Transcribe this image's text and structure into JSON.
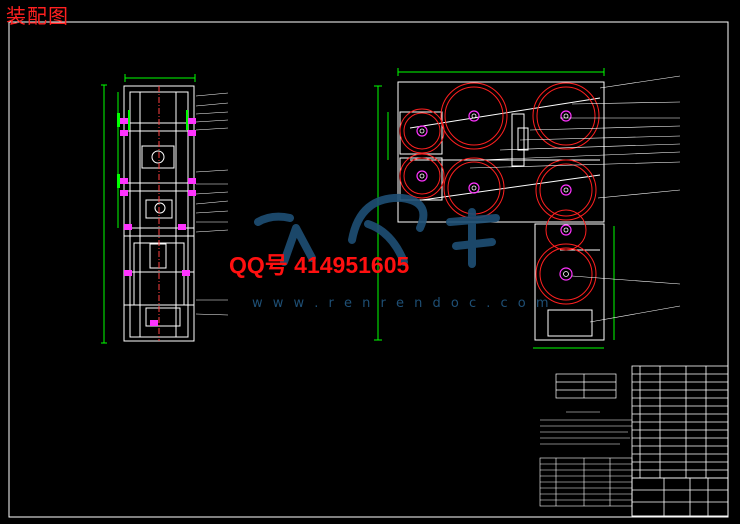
{
  "drawing": {
    "title": "装配图",
    "watermark_qq": "QQ号  414951605",
    "watermark_site": "w w w . r e n r e n d o c . c o m"
  },
  "colors": {
    "background": "#000000",
    "frame": "#ffffff",
    "geometry": "#ffffff",
    "dimension": "#00ff00",
    "sprocket": "#ff2020",
    "hub": "#ff33ff",
    "centerline": "#ff4040",
    "title_text": "#ff2020",
    "watermark": "#1e4f75"
  },
  "views": [
    {
      "name": "side-view"
    },
    {
      "name": "front-view"
    }
  ],
  "title_block": {
    "present": true
  }
}
